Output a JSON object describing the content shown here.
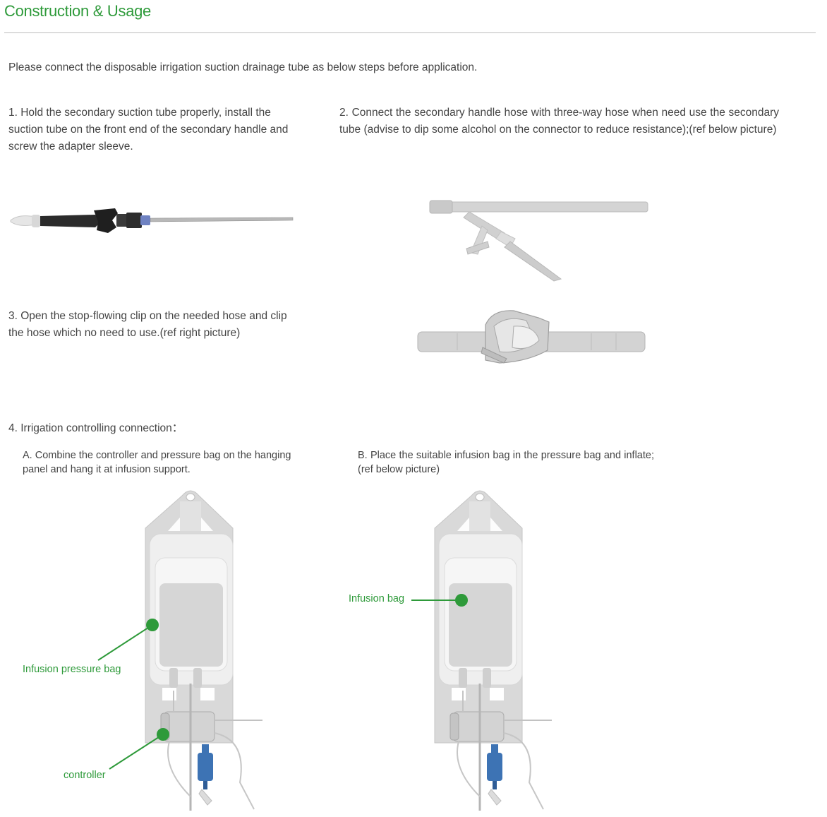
{
  "header": {
    "title": "Construction & Usage"
  },
  "intro": "Please connect the disposable irrigation suction drainage tube as below steps before application.",
  "steps": {
    "s1": "1. Hold the secondary suction tube properly, install the suction tube on the front end of the secondary handle and screw the adapter sleeve.",
    "s2": "2. Connect the secondary handle hose with three-way hose when need use the secondary tube (advise to dip some alcohol on the connector to reduce resistance);(ref below picture)",
    "s3": "3. Open the stop-flowing clip on the needed hose and clip the hose which no need to use.(ref right picture)",
    "s4": "4. Irrigation controlling connection：",
    "s4a": "A. Combine the controller and pressure bag on the hanging panel and hang it at infusion support.",
    "s4b": "B. Place the suitable infusion bag in the pressure bag and inflate;(ref below picture)"
  },
  "labels": {
    "pressure_bag": "Infusion pressure bag",
    "controller": "controller",
    "infusion_bag": "Infusion bag"
  },
  "colors": {
    "accent": "#2e9a3a",
    "device_gray": "#cfcfcf",
    "blue_part": "#3d73b4"
  }
}
